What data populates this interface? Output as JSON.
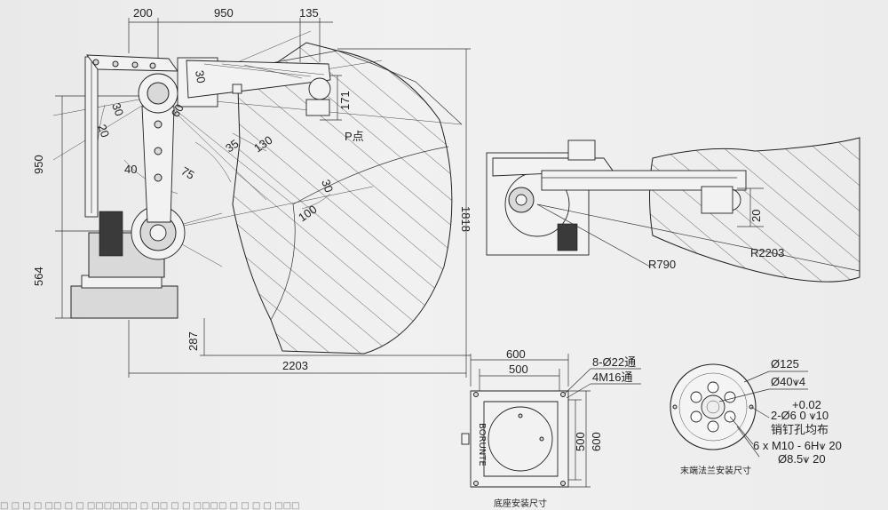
{
  "side_view": {
    "top_dims": [
      "200",
      "950",
      "135"
    ],
    "left_dims": [
      "950",
      "564"
    ],
    "right_dim": "1818",
    "bottom_dims": [
      "287",
      "2203"
    ],
    "angles": [
      "30",
      "20",
      "40",
      "75",
      "60",
      "35",
      "130",
      "30",
      "100",
      "30"
    ],
    "point_label": "P点",
    "small_dims": [
      "171"
    ]
  },
  "top_view": {
    "labels": [
      "R790",
      "R2203",
      "20"
    ]
  },
  "base_view": {
    "dims_top": [
      "600",
      "500"
    ],
    "dims_right": [
      "500",
      "600"
    ],
    "callouts": [
      "8-Ø22通",
      "4M16通"
    ],
    "caption": "底座安装尺寸",
    "brand": "BORUNTE"
  },
  "flange_view": {
    "callouts": [
      "Ø125",
      "Ø40⩛4"
    ],
    "tol_plus": "+0.02",
    "tol_line": "2-Ø6   0   ⩛10",
    "note_pin": "销钉孔均布",
    "thread_line": "6 x  M10 - 6H⩛ 20",
    "bore_line": "Ø8.5⩛ 20",
    "caption": "末端法兰安装尺寸"
  },
  "footer_text": "□ □ □ □ □□ □ □ □□□□□□ □ □□ □ □ □□□□ □ □ □ □ □□□"
}
